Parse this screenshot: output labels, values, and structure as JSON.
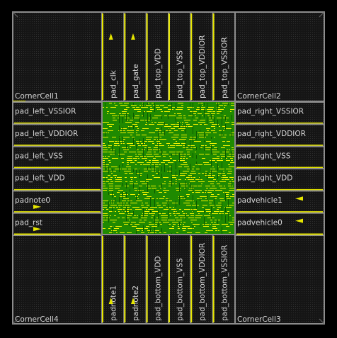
{
  "colors": {
    "background": "#000000",
    "cell_outline": "#8c8c8c",
    "cell_fill": "#1a1a1a",
    "pin": "#e6e600",
    "core": "#1f8a00",
    "core_wire": "#f2f200",
    "label": "#d8d8d8"
  },
  "corners": {
    "top_left": "CornerCell1",
    "top_right": "CornerCell2",
    "bottom_right": "CornerCell3",
    "bottom_left": "CornerCell4"
  },
  "pads": {
    "top": [
      "pad_clk",
      "pad_gate",
      "pad_top_VDD",
      "pad_top_VSS",
      "pad_top_VDDIOR",
      "pad_top_VSSIOR"
    ],
    "bottom": [
      "padnote1",
      "padnote2",
      "pad_bottom_VDD",
      "pad_bottom_VSS",
      "pad_bottom_VDDIOR",
      "pad_bottom_VSSIOR"
    ],
    "left": [
      "pad_left_VSSIOR",
      "pad_left_VDDIOR",
      "pad_left_VSS",
      "pad_left_VDD",
      "padnote0",
      "pad_rst"
    ],
    "right": [
      "pad_right_VSSIOR",
      "pad_right_VDDIOR",
      "pad_right_VSS",
      "pad_right_VDD",
      "padvehicle1",
      "padvehicle0"
    ]
  },
  "signal_pins": [
    "pad_clk",
    "pad_gate",
    "padnote1",
    "padnote2",
    "padnote0",
    "pad_rst",
    "padvehicle1",
    "padvehicle0"
  ]
}
